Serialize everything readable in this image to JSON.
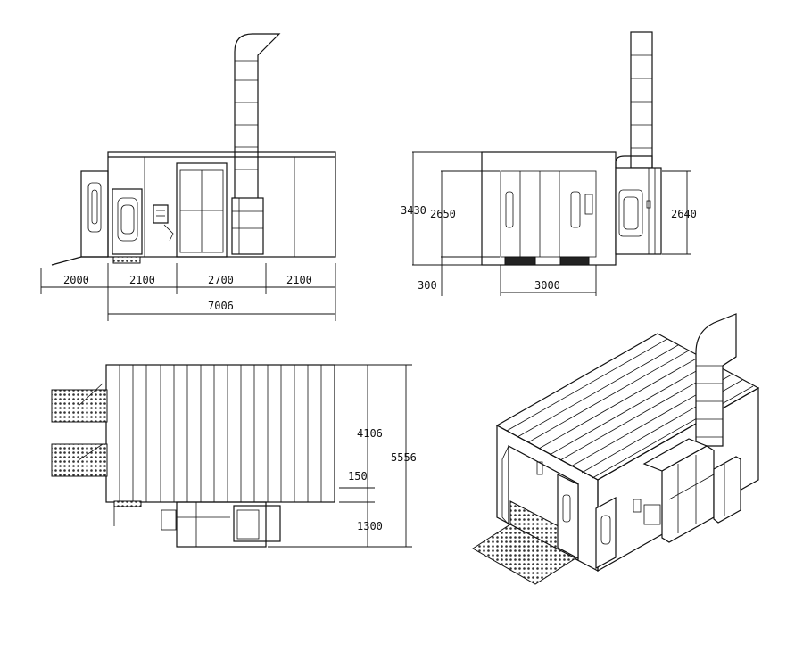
{
  "front_view": {
    "dims": [
      "2000",
      "2100",
      "2700",
      "2100"
    ],
    "overall": "7006"
  },
  "side_view": {
    "height_total": "3430",
    "height_inner": "2650",
    "height_right": "2640",
    "base": "300",
    "width": "3000"
  },
  "top_view": {
    "depth_main": "4106",
    "depth_total": "5556",
    "gap": "150",
    "annex": "1300"
  }
}
